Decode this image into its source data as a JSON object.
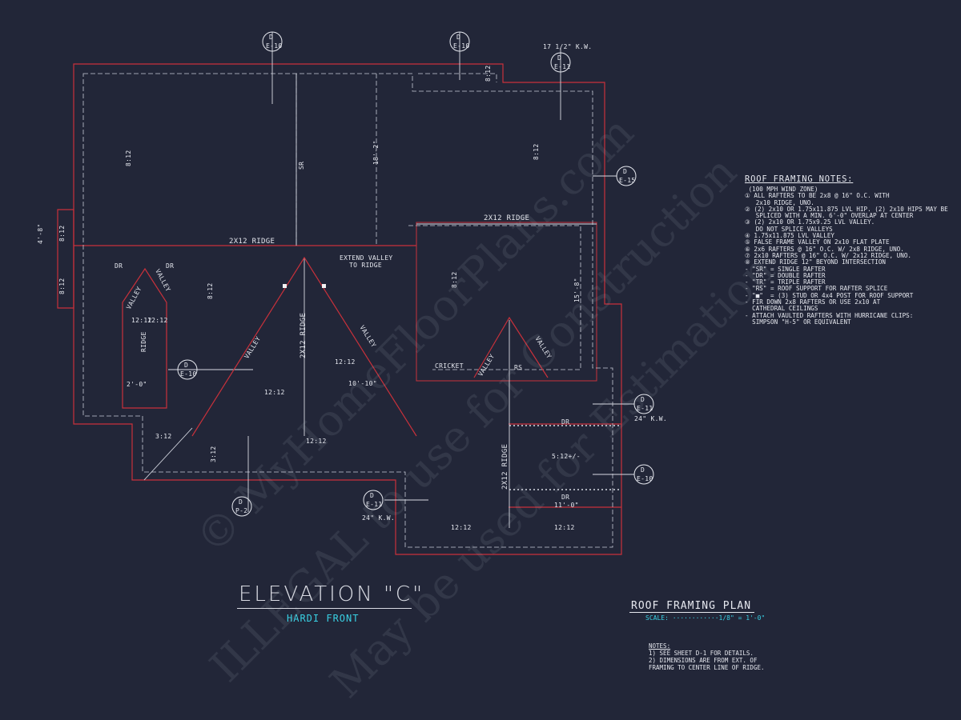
{
  "notes": {
    "title": "ROOF FRAMING NOTES:",
    "items": [
      " (100 MPH WIND ZONE)",
      "① ALL RAFTERS TO BE 2x8 @ 16\" O.C. WITH",
      "   2x10 RIDGE, UNO.",
      "② (2) 2x10 OR 1.75x11.875 LVL HIP. (2) 2x10 HIPS MAY BE",
      "   SPLICED WITH A MIN. 6'-0\" OVERLAP AT CENTER",
      "③ (2) 2x10 OR 1.75x9.25 LVL VALLEY.",
      "   DO NOT SPLICE VALLEYS",
      "④ 1.75x11.875 LVL VALLEY",
      "⑤ FALSE FRAME VALLEY ON 2x10 FLAT PLATE",
      "⑥ 2x6 RAFTERS @ 16\" O.C. W/ 2x8 RIDGE, UNO.",
      "⑦ 2x10 RAFTERS @ 16\" O.C. W/ 2x12 RIDGE, UNO.",
      "⑧ EXTEND RIDGE 12\" BEYOND INTERSECTION",
      "- \"SR\" = SINGLE RAFTER",
      "- \"DR\" = DOUBLE RAFTER",
      "- \"TR\" = TRIPLE RAFTER",
      "- \"RS\" = ROOF SUPPORT FOR RAFTER SPLICE",
      "- \"■\"  = (3) STUD OR 4x4 POST FOR ROOF SUPPORT",
      "- FIR DOWN 2x8 RAFTERS OR USE 2x10 AT",
      "  CATHEDRAL CEILINGS",
      "- ATTACH VAULTED RAFTERS WITH HURRICANE CLIPS:",
      "  SIMPSON \"H-5\" OR EQUIVALENT"
    ]
  },
  "elevation": {
    "title": "ELEVATION \"C\"",
    "subtitle": "HARDI FRONT"
  },
  "plan": {
    "title": "ROOF FRAMING PLAN",
    "scale": "SCALE: ············1/8\" = 1'-0\""
  },
  "footnotes": {
    "title": "NOTES:",
    "lines": [
      "1)  SEE SHEET D-1 FOR DETAILS.",
      "2)  DIMENSIONS ARE FROM EXT. OF",
      "     FRAMING TO CENTER LINE OF RIDGE."
    ]
  },
  "labels": {
    "ridge_2x12_main": "2x12 RIDGE",
    "ridge_2x12_right": "2x12 RIDGE",
    "ridge_2x12_vert": "2x12 RIDGE",
    "ridge_2x12_lower": "2x12 RIDGE",
    "ridge_small": "RIDGE",
    "sr": "SR",
    "dr_left": "DR",
    "dr_right": "DR",
    "dr_lower1": "DR",
    "dr_lower2": "DR",
    "extend_valley": "EXTEND VALLEY",
    "to_ridge": "TO RIDGE",
    "cricket": "CRICKET",
    "rs": "RS",
    "valley": "VALLEY",
    "kw_top": "17 1/2\" K.W.",
    "kw_right": "24\" K.W.",
    "kw_lower": "24\" K.W.",
    "dim_18_2": "18'-2\"",
    "dim_15_8": "15'-8\"",
    "dim_10_10": "10'-10\"",
    "dim_11_0": "11'-0\"",
    "dim_2_0": "2'-0\"",
    "dim_4_8": "4'-8\"",
    "pitch_8_12": "8:12",
    "pitch_12_12": "12:12",
    "pitch_3_12": "3:12",
    "pitch_5_12": "5:12+/-"
  },
  "section_markers": [
    {
      "sheet": "D",
      "ref": "E-10"
    },
    {
      "sheet": "D",
      "ref": "E-10"
    },
    {
      "sheet": "D",
      "ref": "E-11"
    },
    {
      "sheet": "D",
      "ref": "E-15"
    },
    {
      "sheet": "D",
      "ref": "E-10"
    },
    {
      "sheet": "D",
      "ref": "E-11"
    },
    {
      "sheet": "D",
      "ref": "E-10"
    },
    {
      "sheet": "D",
      "ref": "E-11"
    },
    {
      "sheet": "D",
      "ref": "P-2"
    }
  ],
  "watermarks": [
    "© MyHomeFloorPlans.com",
    "ILLEGAL to use for Construction",
    "May be used for Estimation"
  ],
  "colors": {
    "background": "#222638",
    "wall": "#c8313b",
    "line": "#e6e8ef",
    "accent": "#39d0e3"
  }
}
